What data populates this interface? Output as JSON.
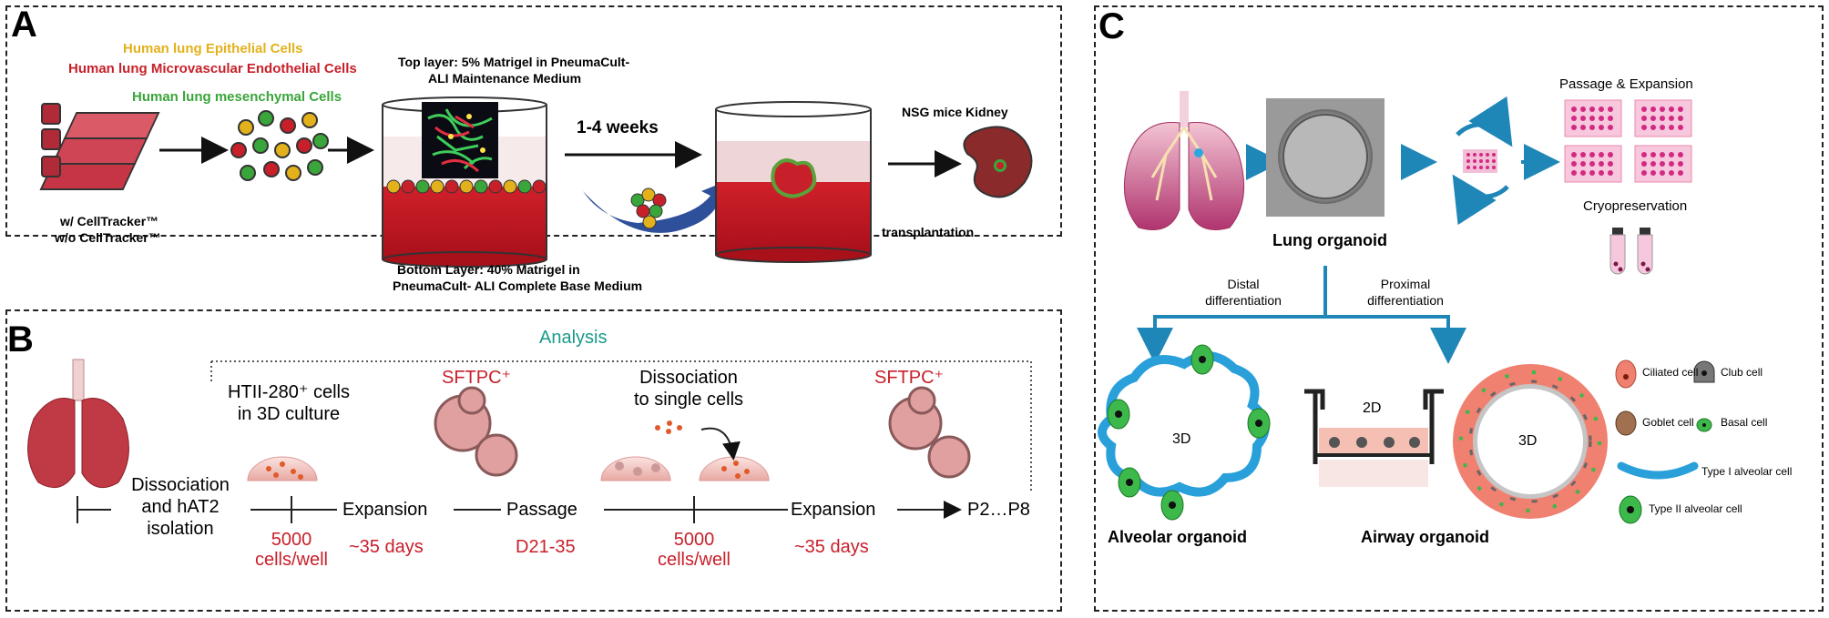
{
  "colors": {
    "red": "#c8202a",
    "teal": "#1a9a8c",
    "blue": "#1f86b8",
    "yellow": "#e3b11c",
    "green": "#3aa53a",
    "pink": "#e0468c"
  },
  "panelA": {
    "letter": "A",
    "cell_types": [
      "Human lung Epithelial Cells",
      "Human lung Microvascular Endothelial Cells",
      "Human lung mesenchymal Cells"
    ],
    "top_layer": [
      "Top layer: 5% Matrigel in PneumaCult-",
      "ALI Maintenance Medium"
    ],
    "bottom_layer": [
      "Bottom Layer: 40% Matrigel in",
      "PneumaCult- ALI Complete Base Medium"
    ],
    "tracker_with": "w/ CellTracker™",
    "tracker_without": "w/o CellTracker™",
    "duration": "1-4 weeks",
    "kidney_label": "NSG mice Kidney",
    "transplantation": "transplantation"
  },
  "panelB": {
    "letter": "B",
    "analysis": "Analysis",
    "htii": [
      "HTII-280⁺ cells",
      "in 3D culture"
    ],
    "sftpc_1": "SFTPC⁺",
    "sftpc_2": "SFTPC⁺",
    "dissociation_single": [
      "Dissociation",
      "to single cells"
    ],
    "dissociation_isolation": [
      "Dissociation",
      "and hAT2",
      "isolation"
    ],
    "expansion_1": "Expansion",
    "passage": "Passage",
    "expansion_2": "Expansion",
    "end": "P2…P8",
    "seed_1": [
      "5000",
      "cells/well"
    ],
    "days_1": "~35 days",
    "d21": "D21-35",
    "seed_2": [
      "5000",
      "cells/well"
    ],
    "days_2": "~35 days"
  },
  "panelC": {
    "letter": "C",
    "passage_expansion": "Passage & Expansion",
    "cryo": "Cryopreservation",
    "lung_organoid": "Lung organoid",
    "distal": [
      "Distal",
      "differentiation"
    ],
    "proximal": [
      "Proximal",
      "differentiation"
    ],
    "label_3d_a": "3D",
    "label_2d": "2D",
    "label_3d_b": "3D",
    "alveolar": "Alveolar organoid",
    "airway": "Airway organoid",
    "legend": {
      "ciliated": "Ciliated cell",
      "club": "Club cell",
      "goblet": "Goblet cell",
      "basal": "Basal cell",
      "type1": "Type I alveolar cell",
      "type2": "Type II alveolar cell"
    }
  }
}
